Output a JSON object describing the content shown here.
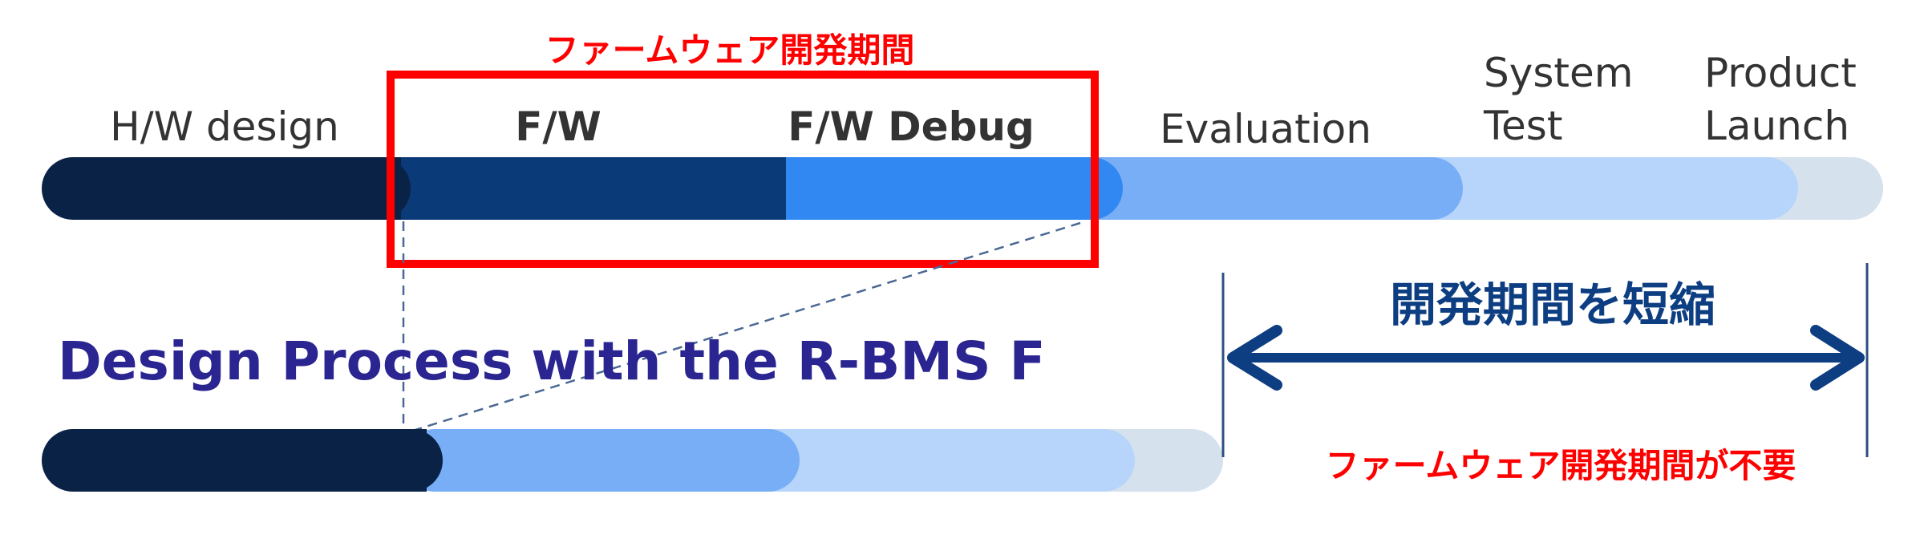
{
  "colors": {
    "hw": "#0a2246",
    "fw": "#0a3a77",
    "debug": "#3288f3",
    "evaluation": "#78aef6",
    "system_test": "#b7d5fa",
    "launch": "#d6e1ee",
    "highlight": "#ff0000",
    "title": "#2a2590",
    "arrow": "#0e3e82",
    "label": "#333333",
    "red_text": "#ff0000"
  },
  "top_timeline": {
    "highlight_caption": "ファームウェア開発期間",
    "stages": [
      {
        "key": "hw",
        "lines": [
          "H/W design"
        ]
      },
      {
        "key": "fw",
        "lines": [
          "F/W"
        ]
      },
      {
        "key": "debug",
        "lines": [
          "F/W Debug"
        ]
      },
      {
        "key": "evaluation",
        "lines": [
          "Evaluation"
        ]
      },
      {
        "key": "system_test",
        "lines": [
          "System",
          "Test"
        ]
      },
      {
        "key": "launch",
        "lines": [
          "Product",
          "Launch"
        ]
      }
    ]
  },
  "bottom_timeline": {
    "title": "Design Process with the R-BMS F",
    "stages": [
      "hw",
      "evaluation",
      "system_test",
      "launch"
    ]
  },
  "reduction": {
    "label": "開発期間を短縮",
    "note": "ファームウェア開発期間が不要"
  }
}
